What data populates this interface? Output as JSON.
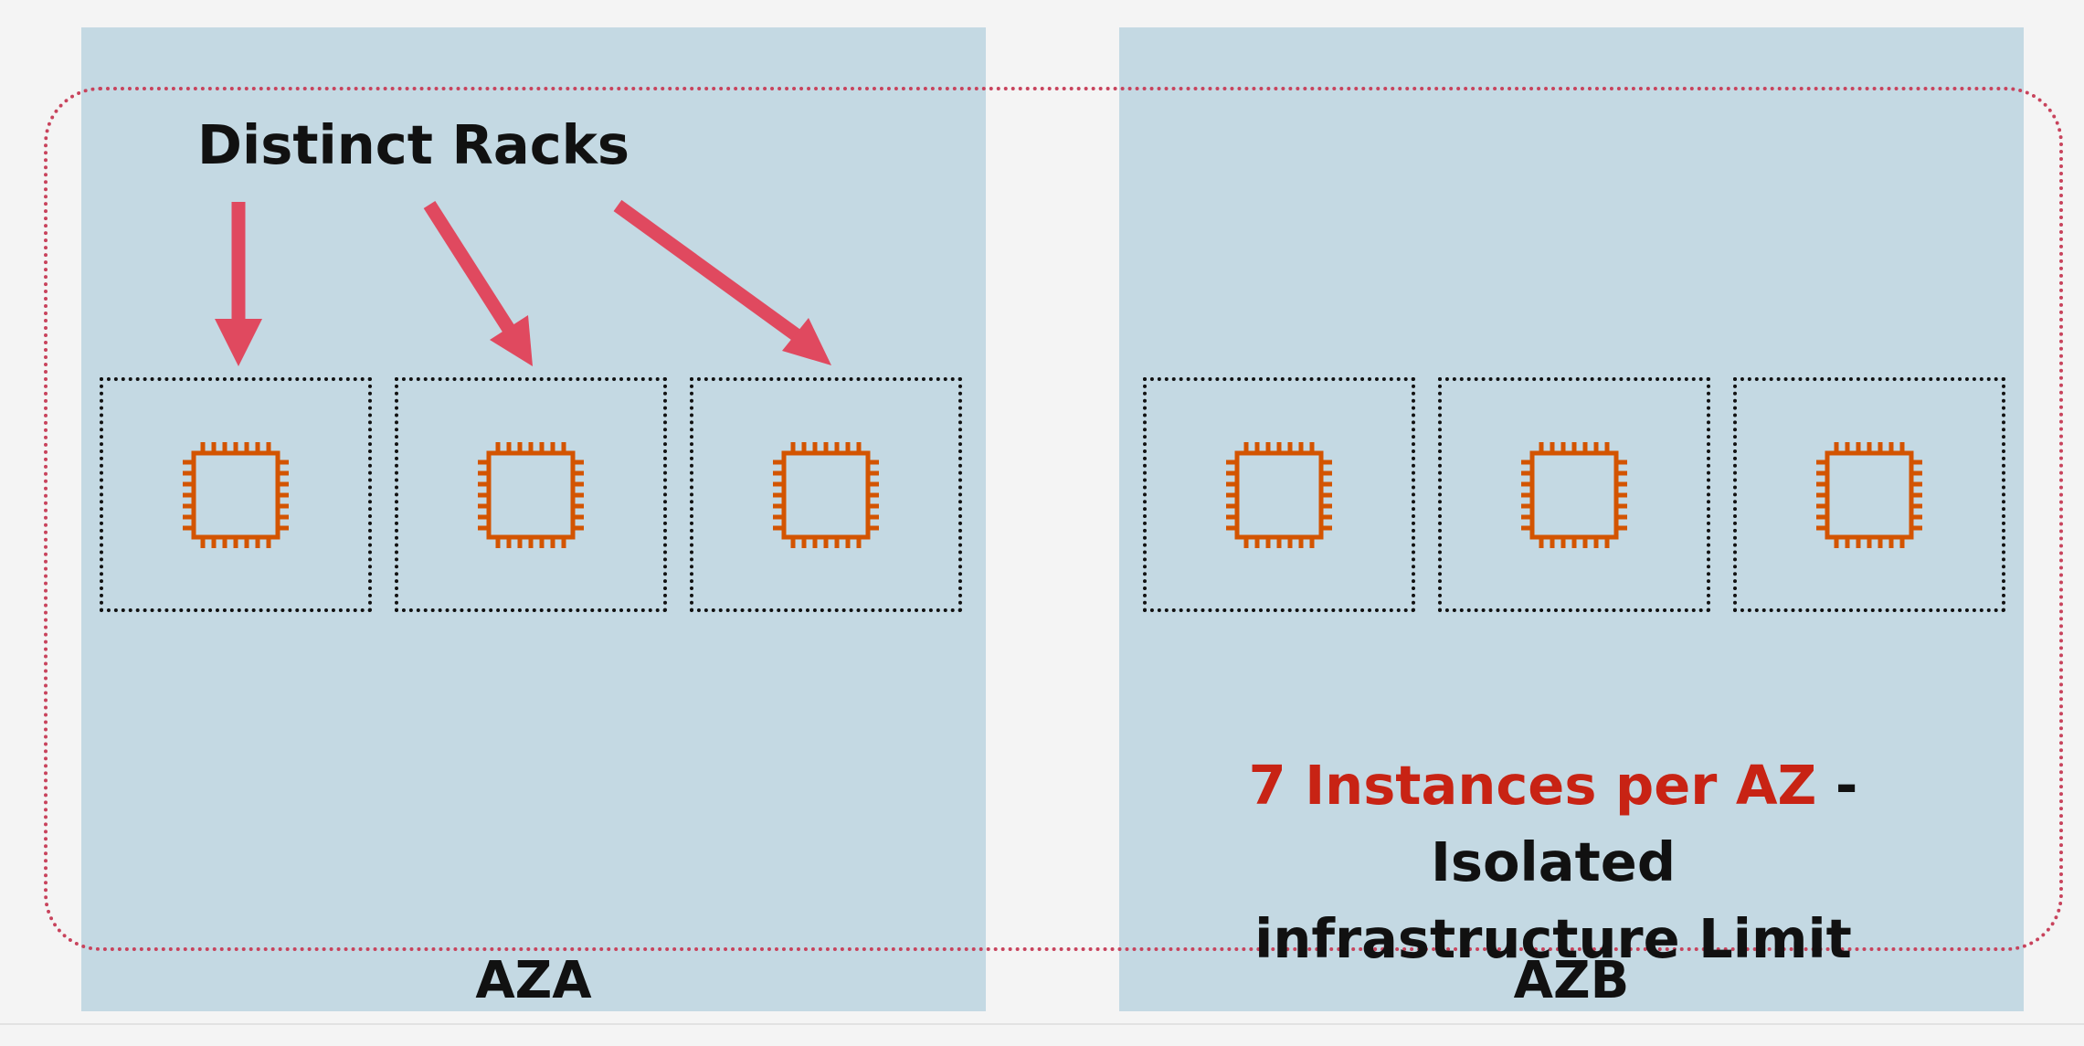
{
  "title": "Distinct Racks",
  "availability_zones": [
    {
      "label": "AZA",
      "rack_count": 3
    },
    {
      "label": "AZB",
      "rack_count": 3
    }
  ],
  "rack_icon": "ec2-instance-chip-icon",
  "note": {
    "highlight": "7 Instances per AZ",
    "line1_rest": " - Isolated",
    "line2": "infrastructure Limit"
  },
  "colors": {
    "az_background": "#c4d9e3",
    "arrow": "#e0495f",
    "chip": "#d35400",
    "highlight_text": "#c82314",
    "group_outline": "#c8435c"
  }
}
